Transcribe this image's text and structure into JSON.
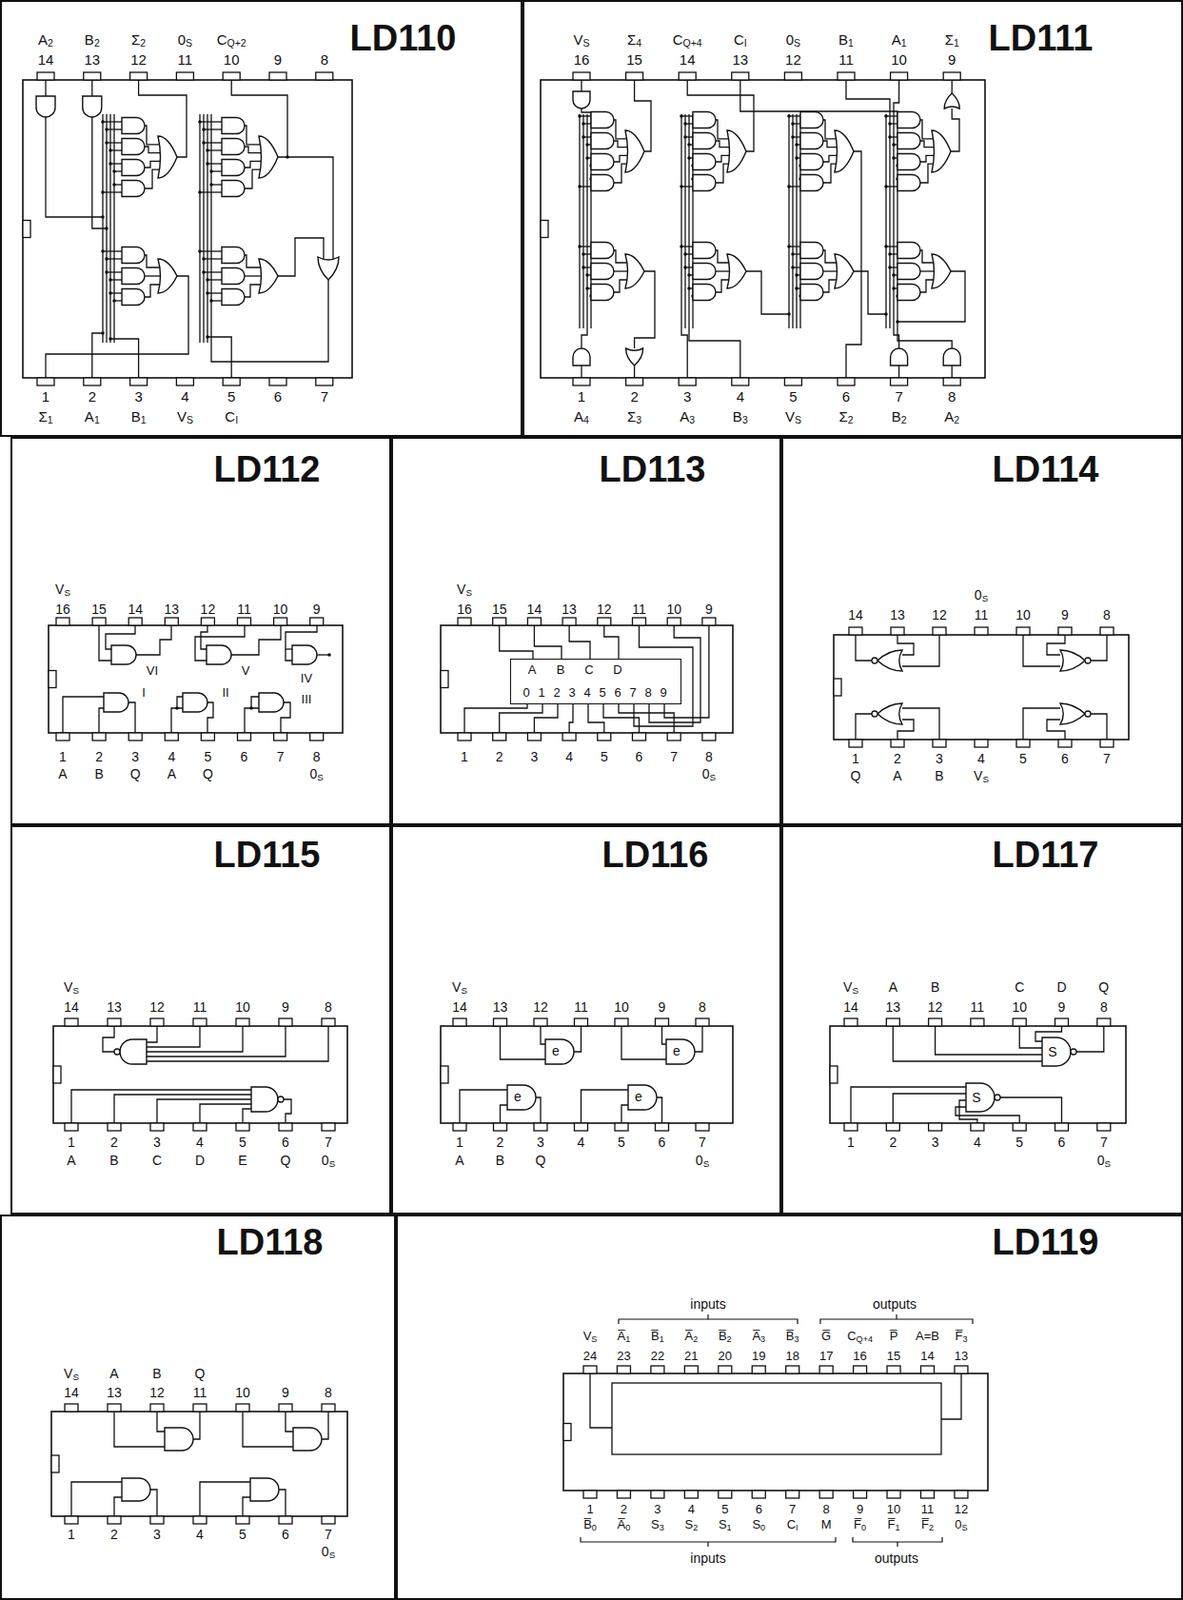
{
  "diagram": {
    "nodes": [
      {
        "text": [
          "LD110"
        ]
      },
      {
        "text": [
          "LD111"
        ]
      },
      {
        "text": [
          "LD112"
        ]
      },
      {
        "text": [
          "LD113"
        ]
      },
      {
        "text": [
          "A",
          "B",
          "C",
          "D",
          "0",
          "1",
          "2",
          "3",
          "4",
          "5",
          "6",
          "7",
          "8",
          "9"
        ],
        "in": 3
      },
      {
        "text": [
          "LD114"
        ]
      },
      {
        "text": [
          "LD115"
        ]
      },
      {
        "text": [
          "LD116"
        ]
      },
      {
        "text": [
          "LD117"
        ]
      },
      {
        "text": [
          "LD118"
        ]
      },
      {
        "text": [
          "LD119"
        ]
      }
    ],
    "labels": [
      "A2",
      "B2",
      "Σ2",
      "0S",
      "CQ+2",
      "14",
      "13",
      "12",
      "11",
      "10",
      "9",
      "8",
      "1",
      "2",
      "3",
      "4",
      "5",
      "6",
      "7",
      "Σ1",
      "A1",
      "B1",
      "VS",
      "CI",
      "VS",
      "Σ4",
      "CQ+4",
      "CI",
      "0S",
      "B1",
      "A1",
      "Σ1",
      "16",
      "15",
      "14",
      "13",
      "12",
      "11",
      "10",
      "9",
      "1",
      "2",
      "3",
      "4",
      "5",
      "6",
      "7",
      "8",
      "A4",
      "Σ3",
      "A3",
      "B3",
      "VS",
      "Σ2",
      "B2",
      "A2",
      "VS",
      "16",
      "15",
      "14",
      "13",
      "12",
      "11",
      "10",
      "9",
      "1",
      "2",
      "3",
      "4",
      "5",
      "6",
      "7",
      "8",
      "A",
      "B",
      "Q",
      "A",
      "Q",
      "0S",
      "VI",
      "V",
      "IV",
      "I",
      "II",
      "III",
      "VS",
      "16",
      "15",
      "14",
      "13",
      "12",
      "11",
      "10",
      "9",
      "1",
      "2",
      "3",
      "4",
      "5",
      "6",
      "7",
      "8",
      "0S",
      "0S",
      "14",
      "13",
      "12",
      "11",
      "10",
      "9",
      "8",
      "1",
      "2",
      "3",
      "4",
      "5",
      "6",
      "7",
      "Q",
      "A",
      "B",
      "VS",
      "VS",
      "14",
      "13",
      "12",
      "11",
      "10",
      "9",
      "8",
      "1",
      "2",
      "3",
      "4",
      "5",
      "6",
      "7",
      "A",
      "B",
      "C",
      "D",
      "E",
      "Q",
      "0S",
      "VS",
      "14",
      "13",
      "12",
      "11",
      "10",
      "9",
      "8",
      "1",
      "2",
      "3",
      "4",
      "5",
      "6",
      "7",
      "A",
      "B",
      "Q",
      "0S",
      "e",
      "e",
      "e",
      "e",
      "VS",
      "A",
      "B",
      "C",
      "D",
      "Q",
      "14",
      "13",
      "12",
      "11",
      "10",
      "9",
      "8",
      "1",
      "2",
      "3",
      "4",
      "5",
      "6",
      "7",
      "0S",
      "S",
      "S",
      "VS",
      "A",
      "B",
      "Q",
      "14",
      "13",
      "12",
      "11",
      "10",
      "9",
      "8",
      "1",
      "2",
      "3",
      "4",
      "5",
      "6",
      "7",
      "0S",
      "VS",
      "A̅1",
      "B̅1",
      "A̅2",
      "B̅2",
      "A̅3",
      "B̅3",
      "G̅",
      "CQ+4",
      "P̅",
      "A=B",
      "F̅3",
      "24",
      "23",
      "22",
      "21",
      "20",
      "19",
      "18",
      "17",
      "16",
      "15",
      "14",
      "13",
      "1",
      "2",
      "3",
      "4",
      "5",
      "6",
      "7",
      "8",
      "9",
      "10",
      "11",
      "12",
      "B̅0",
      "A̅0",
      "S3",
      "S2",
      "S1",
      "S0",
      "CI",
      "M",
      "F̅0",
      "F̅1",
      "F̅2",
      "0S",
      "inputs",
      "outputs",
      "inputs",
      "outputs"
    ]
  }
}
